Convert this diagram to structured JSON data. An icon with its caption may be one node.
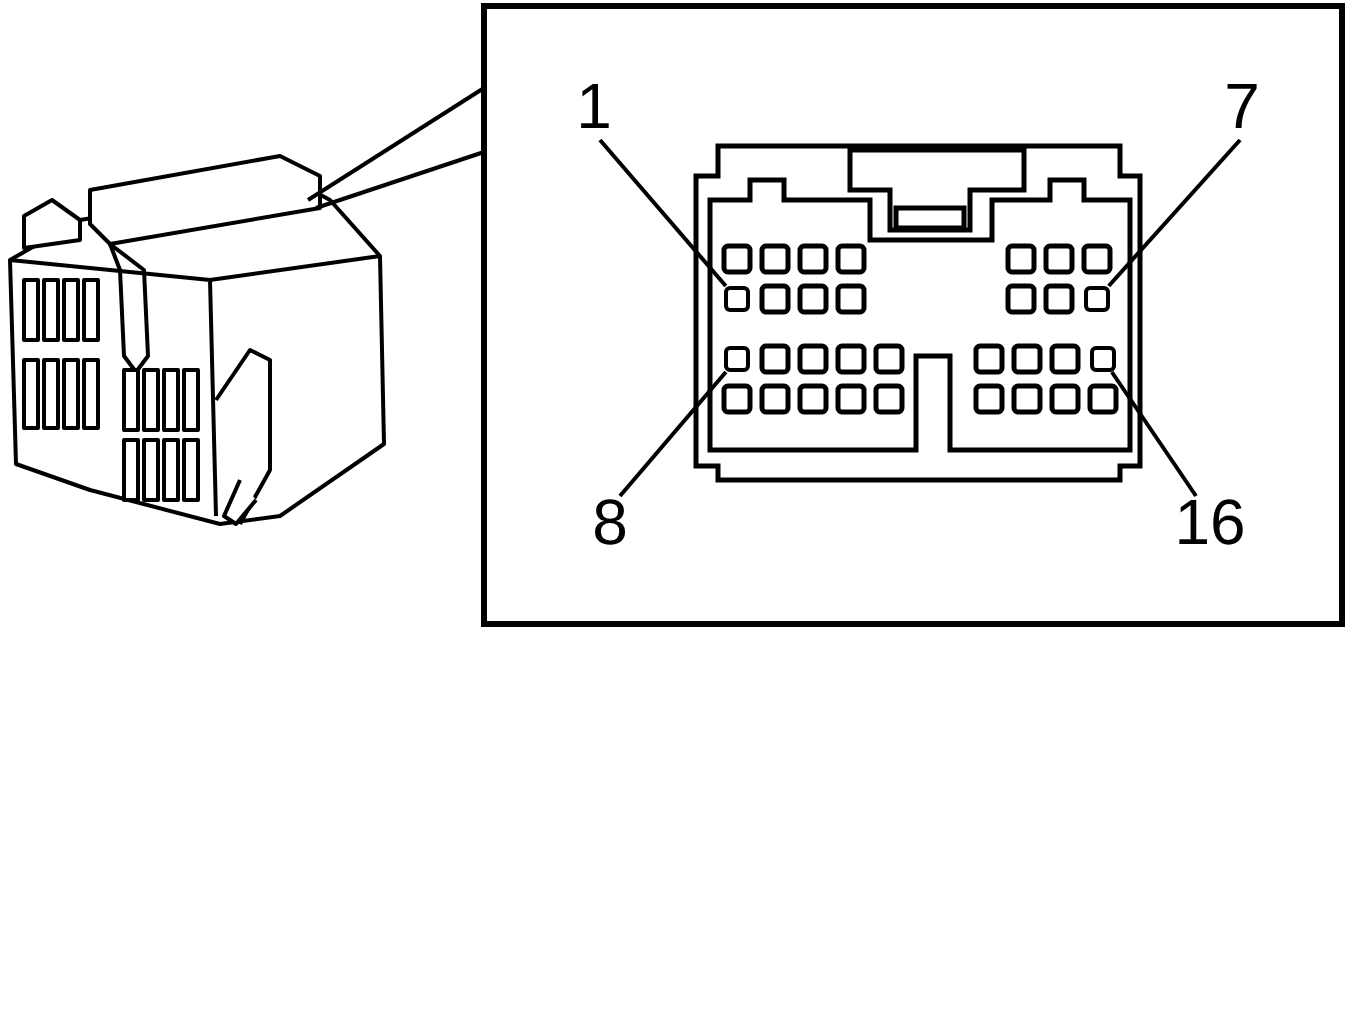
{
  "diagram": {
    "nodes": [
      {
        "text": [
          "1"
        ]
      },
      {
        "text": [
          "7"
        ]
      },
      {
        "text": [
          "8"
        ]
      },
      {
        "text": [
          "16"
        ]
      },
      {
        "text": [],
        "shape": "box"
      },
      {
        "text": [],
        "shape": "box"
      },
      {
        "text": [],
        "shape": "box"
      },
      {
        "text": [],
        "shape": "box"
      }
    ],
    "edges": [
      {
        "from": 0,
        "to": 4,
        "arrow": "none"
      },
      {
        "from": 1,
        "to": 5,
        "arrow": "none"
      },
      {
        "from": 2,
        "to": 6,
        "arrow": "none"
      },
      {
        "from": 3,
        "to": 7,
        "arrow": "none"
      }
    ]
  }
}
